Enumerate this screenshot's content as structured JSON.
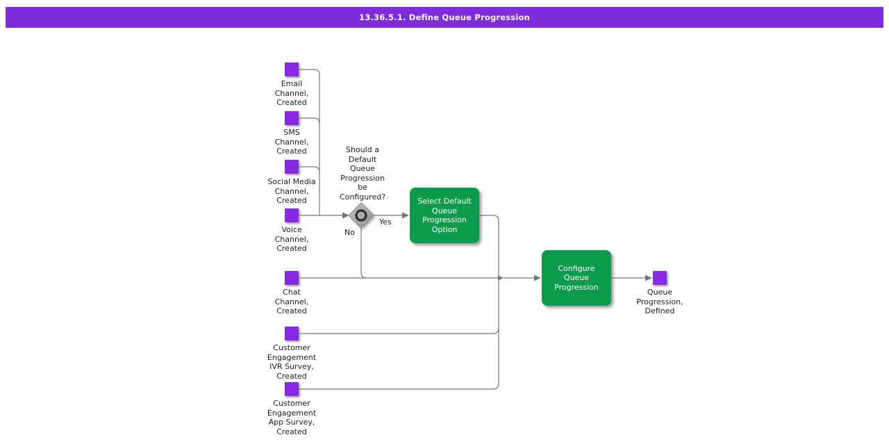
{
  "header": {
    "title": "13.36.5.1. Define Queue Progression",
    "bar_color": "#7E2BD9"
  },
  "diagram": {
    "type": "flowchart",
    "start_events": [
      {
        "id": "email-channel",
        "label": "Email\nChannel,\nCreated"
      },
      {
        "id": "sms-channel",
        "label": "SMS\nChannel,\nCreated"
      },
      {
        "id": "social-channel",
        "label": "Social Media\nChannel,\nCreated"
      },
      {
        "id": "voice-channel",
        "label": "Voice\nChannel,\nCreated"
      },
      {
        "id": "chat-channel",
        "label": "Chat\nChannel,\nCreated"
      },
      {
        "id": "ivr-survey",
        "label": "Customer\nEngagement\nIVR Survey,\nCreated"
      },
      {
        "id": "app-survey",
        "label": "Customer\nEngagement\nApp Survey,\nCreated"
      }
    ],
    "gateway": {
      "question": "Should a\nDefault\nQueue\nProgression\nbe\nConfigured?",
      "yes_label": "Yes",
      "no_label": "No"
    },
    "tasks": [
      {
        "id": "select-default-option",
        "label": "Select Default\nQueue\nProgression\nOption"
      },
      {
        "id": "configure-queue",
        "label": "Configure\nQueue\nProgression"
      }
    ],
    "end_event": {
      "id": "queue-progression-defined",
      "label": "Queue\nProgression,\nDefined"
    },
    "colors": {
      "event_square": "#8729E1",
      "task_box": "#0C9B4C",
      "connector": "#757575",
      "gateway_fill": "#A9A9A9"
    }
  }
}
